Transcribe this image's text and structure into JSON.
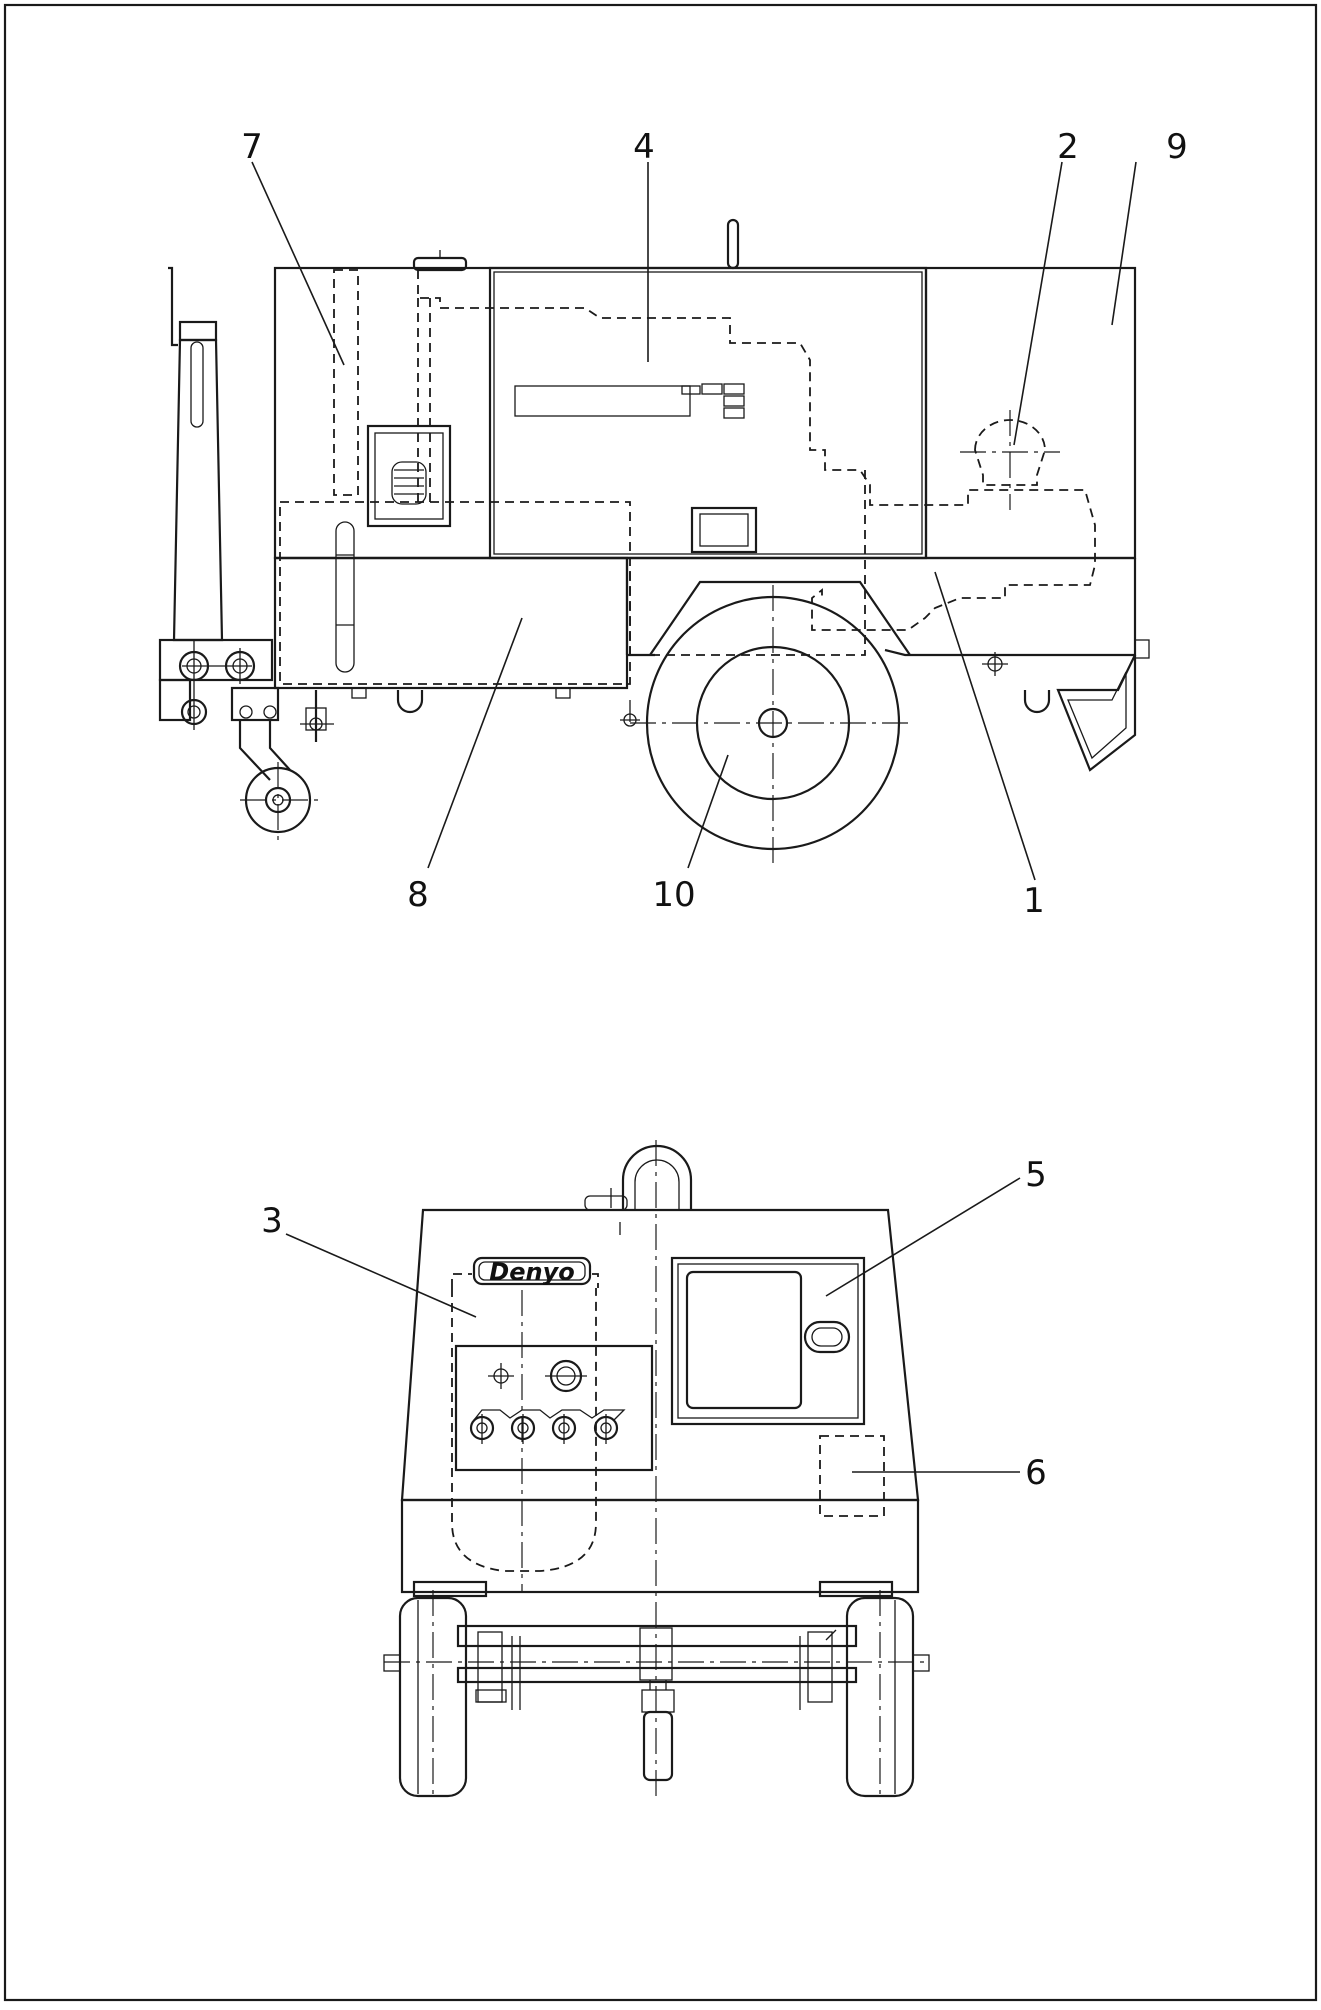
{
  "side_view": {
    "callouts": [
      {
        "id": "7",
        "label": "7"
      },
      {
        "id": "4",
        "label": "4"
      },
      {
        "id": "2",
        "label": "2"
      },
      {
        "id": "9",
        "label": "9"
      },
      {
        "id": "8",
        "label": "8"
      },
      {
        "id": "10",
        "label": "10"
      },
      {
        "id": "1",
        "label": "1"
      }
    ]
  },
  "front_view": {
    "logo_text": "Denyo",
    "callouts": [
      {
        "id": "3",
        "label": "3"
      },
      {
        "id": "5",
        "label": "5"
      },
      {
        "id": "6",
        "label": "6"
      }
    ]
  }
}
